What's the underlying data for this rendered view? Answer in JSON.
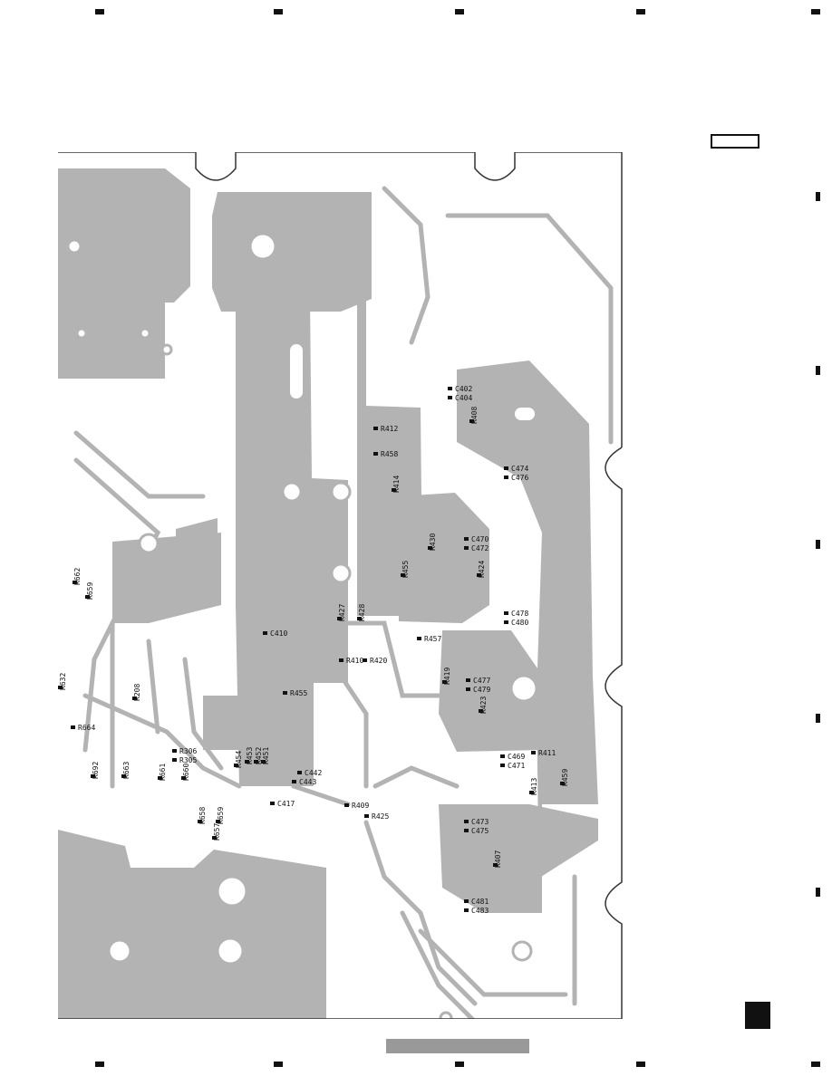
{
  "components": [
    {
      "ref": "C402"
    },
    {
      "ref": "C404"
    },
    {
      "ref": "R412"
    },
    {
      "ref": "R408"
    },
    {
      "ref": "R458"
    },
    {
      "ref": "C474"
    },
    {
      "ref": "C476"
    },
    {
      "ref": "R414"
    },
    {
      "ref": "C470"
    },
    {
      "ref": "C472"
    },
    {
      "ref": "R430"
    },
    {
      "ref": "R455"
    },
    {
      "ref": "R424"
    },
    {
      "ref": "C478"
    },
    {
      "ref": "C480"
    },
    {
      "ref": "R427"
    },
    {
      "ref": "R428"
    },
    {
      "ref": "C410"
    },
    {
      "ref": "R457"
    },
    {
      "ref": "R410"
    },
    {
      "ref": "R420"
    },
    {
      "ref": "C477"
    },
    {
      "ref": "C479"
    },
    {
      "ref": "R419"
    },
    {
      "ref": "R455"
    },
    {
      "ref": "R423"
    },
    {
      "ref": "C469"
    },
    {
      "ref": "R411"
    },
    {
      "ref": "C471"
    },
    {
      "ref": "R459"
    },
    {
      "ref": "R413"
    },
    {
      "ref": "C473"
    },
    {
      "ref": "C475"
    },
    {
      "ref": "R409"
    },
    {
      "ref": "R425"
    },
    {
      "ref": "R407"
    },
    {
      "ref": "C481"
    },
    {
      "ref": "C483"
    },
    {
      "ref": "C442"
    },
    {
      "ref": "C443"
    },
    {
      "ref": "C417"
    },
    {
      "ref": "R454"
    },
    {
      "ref": "R453"
    },
    {
      "ref": "R452"
    },
    {
      "ref": "R451"
    },
    {
      "ref": "R306"
    },
    {
      "ref": "R305"
    },
    {
      "ref": "R208"
    },
    {
      "ref": "R664"
    },
    {
      "ref": "R632"
    },
    {
      "ref": "R692"
    },
    {
      "ref": "R663"
    },
    {
      "ref": "R661"
    },
    {
      "ref": "R660"
    },
    {
      "ref": "R658"
    },
    {
      "ref": "R659"
    },
    {
      "ref": "R657"
    },
    {
      "ref": "R662"
    },
    {
      "ref": "R659"
    }
  ]
}
